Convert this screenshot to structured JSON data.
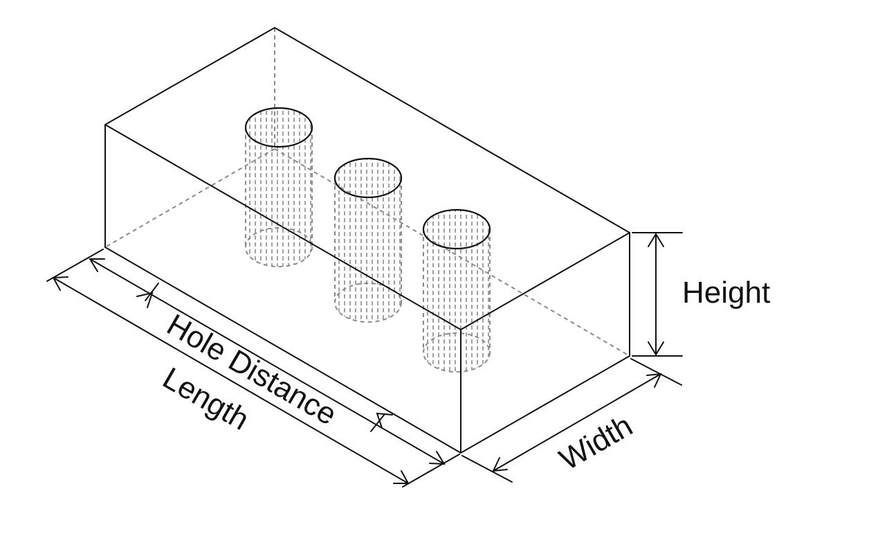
{
  "labels": {
    "height": "Height",
    "width": "Width",
    "length": "Length",
    "hole_distance": "Hole Distance"
  },
  "colors": {
    "line": "#111111",
    "hidden_line": "#8a8a8a",
    "background": "#ffffff"
  }
}
